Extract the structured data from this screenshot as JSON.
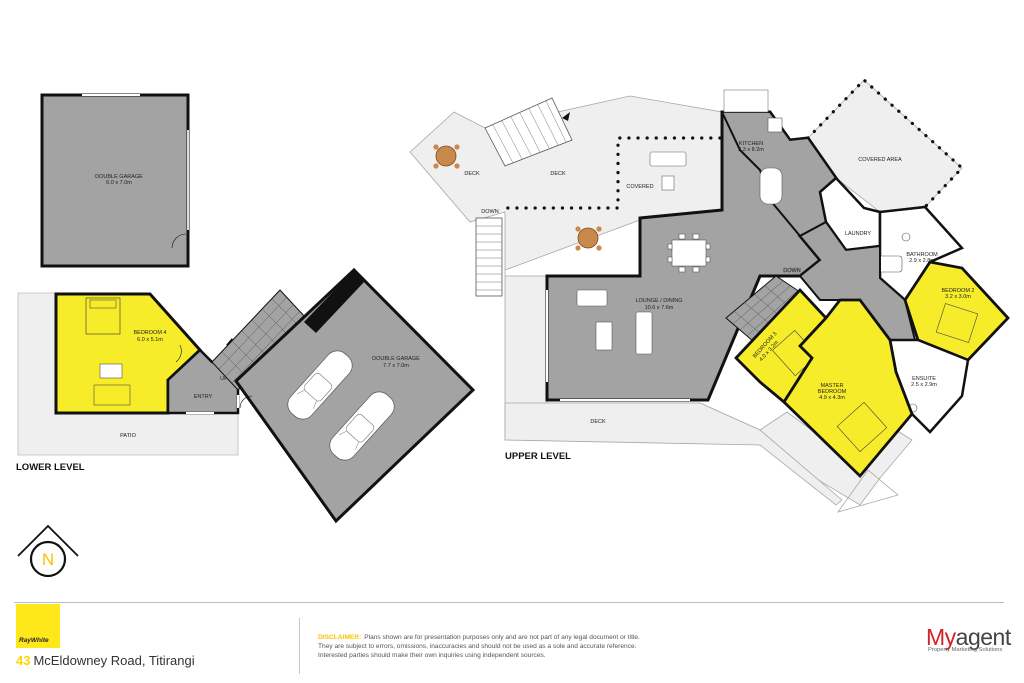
{
  "levels": {
    "lower": "LOWER LEVEL",
    "upper": "UPPER LEVEL"
  },
  "rooms": {
    "garage_detached_name": "DOUBLE GARAGE",
    "garage_detached_size": "6.0 x 7.0m",
    "bedroom4_name": "BEDROOM 4",
    "bedroom4_size": "6.0 x 5.1m",
    "entry": "ENTRY",
    "up": "UP",
    "patio": "PATIO",
    "garage_lower_name": "DOUBLE GARAGE",
    "garage_lower_size": "7.7 x 7.0m",
    "deck_left": "DECK",
    "deck_mid": "DECK",
    "down_left": "DOWN",
    "covered": "COVERED",
    "kitchen_name": "KITCHEN",
    "kitchen_size": "3.3 x 8.2m",
    "covered_area": "COVERED AREA",
    "laundry": "LAUNDRY",
    "bathroom_name": "BATHROOM",
    "bathroom_size": "2.9 x 2.8m",
    "bedroom2_name": "BEDROOM 2",
    "bedroom2_size": "3.2 x 3.0m",
    "lounge_name": "LOUNGE / DINING",
    "lounge_size": "10.6 x 7.6m",
    "down_right": "DOWN",
    "bedroom3_name": "BEDROOM 3",
    "bedroom3_size": "4.0 x 3.2m",
    "master_line1": "MASTER",
    "master_line2": "BEDROOM",
    "master_size": "4.9 x 4.3m",
    "ensuite_name": "ENSUITE",
    "ensuite_size": "2.5 x 2.9m",
    "deck_bottom": "DECK"
  },
  "compass_letter": "N",
  "footer": {
    "logo_text": "RayWhite",
    "address_number": "43",
    "address_text": "McEldowney Road, Titirangi",
    "disclaimer_lead": "DISCLAIMER:",
    "disclaimer_line1": "Plans shown are for presentation purposes only and are not part of any legal document or title.",
    "disclaimer_line2": "They are subject to errors, omissions, inaccuracies and should not be used as a sole and accurate reference.",
    "disclaimer_line3": "Interested parties should make their own inquiries using independent sources.",
    "brand_my": "My",
    "brand_agent": "agent",
    "brand_sub": "Property Marketing Solutions"
  },
  "colors": {
    "room_fill": "#a3a3a3",
    "bedroom_fill": "#f7ec2a",
    "outdoor_fill": "#efefef",
    "wall": "#111111",
    "accent_yellow": "#ffe81a"
  }
}
